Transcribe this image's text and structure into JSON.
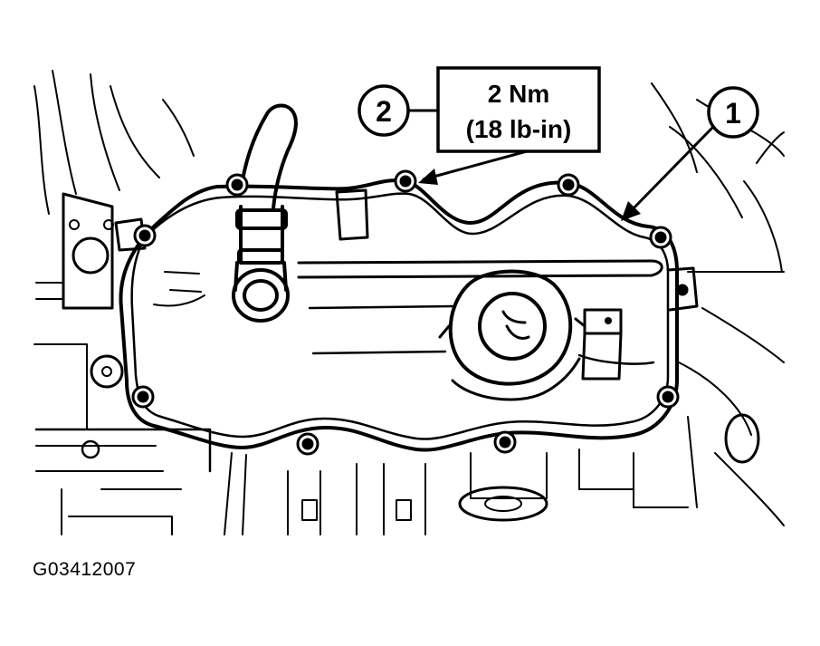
{
  "callouts": [
    {
      "number": "2"
    },
    {
      "number": "1"
    }
  ],
  "torque_spec": {
    "value": "2 Nm",
    "imperial": "(18 lb-in)"
  },
  "figure_id": "G03412007"
}
